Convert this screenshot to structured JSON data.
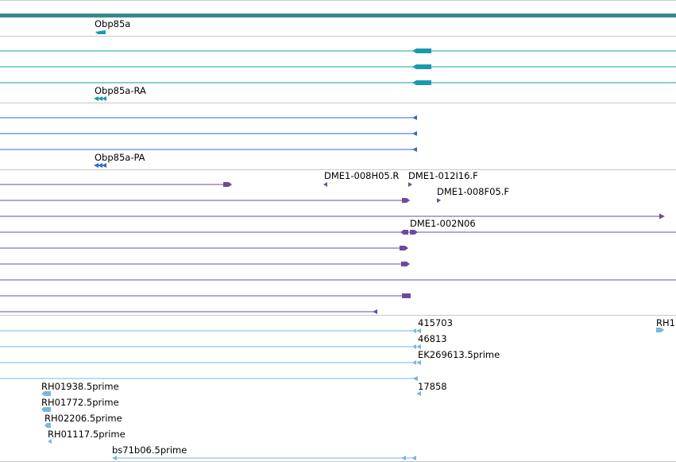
{
  "colors": {
    "chromosome": "#3a8a8a",
    "gene": "#1a9aae",
    "mrna": "#3366cc",
    "clone": "#6a4b9e",
    "est": "#7ab7dc",
    "divider": "#c8c8c8"
  },
  "tracks": {
    "genes": {
      "label_top": "Obp85a",
      "label_mrna": "Obp85a-RA",
      "label_protein": "Obp85a-PA"
    },
    "clones": [
      {
        "label": "DME1-008H05.R"
      },
      {
        "label": "DME1-012I16.F"
      },
      {
        "label": "DME1-008F05.F"
      },
      {
        "label": "DME1-002N06"
      }
    ],
    "ests": [
      {
        "label": "415703"
      },
      {
        "label": "RH1"
      },
      {
        "label": "46813"
      },
      {
        "label": "EK269613.5prime"
      },
      {
        "label": "17858"
      },
      {
        "label": "RH01938.5prime"
      },
      {
        "label": "RH01772.5prime"
      },
      {
        "label": "RH02206.5prime"
      },
      {
        "label": "RH01117.5prime"
      },
      {
        "label": "bs71b06.5prime"
      }
    ]
  }
}
